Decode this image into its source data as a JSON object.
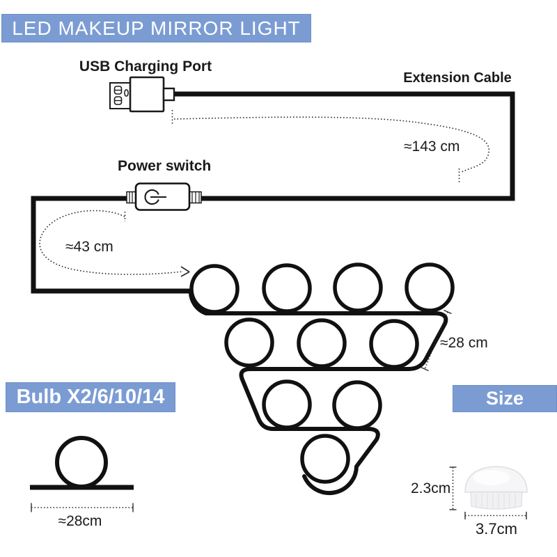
{
  "page": {
    "background": "#ffffff",
    "accent_color": "#7b9cd3",
    "line_color": "#111111"
  },
  "header": {
    "title": "LED MAKEUP MIRROR LIGHT"
  },
  "diagram": {
    "usb": {
      "label": "USB Charging Port"
    },
    "extension_cable": {
      "label": "Extension Cable",
      "length": "≈143 cm"
    },
    "power_switch": {
      "label": "Power switch"
    },
    "switch_to_strip": {
      "length": "≈43 cm"
    },
    "strip_row": {
      "length": "≈28 cm"
    },
    "bulb_cluster": {
      "rows": [
        4,
        3,
        2,
        1
      ],
      "total_bulbs": 10
    }
  },
  "bulb_options": {
    "banner": "Bulb X2/6/10/14",
    "single_strip_length": "≈28cm"
  },
  "size_section": {
    "banner": "Size",
    "bulb_height": "2.3cm",
    "bulb_diameter": "3.7cm"
  },
  "icons": {
    "usb_plug": "usb-plug-icon",
    "power": "power-icon",
    "bulb": "bulb-icon"
  }
}
